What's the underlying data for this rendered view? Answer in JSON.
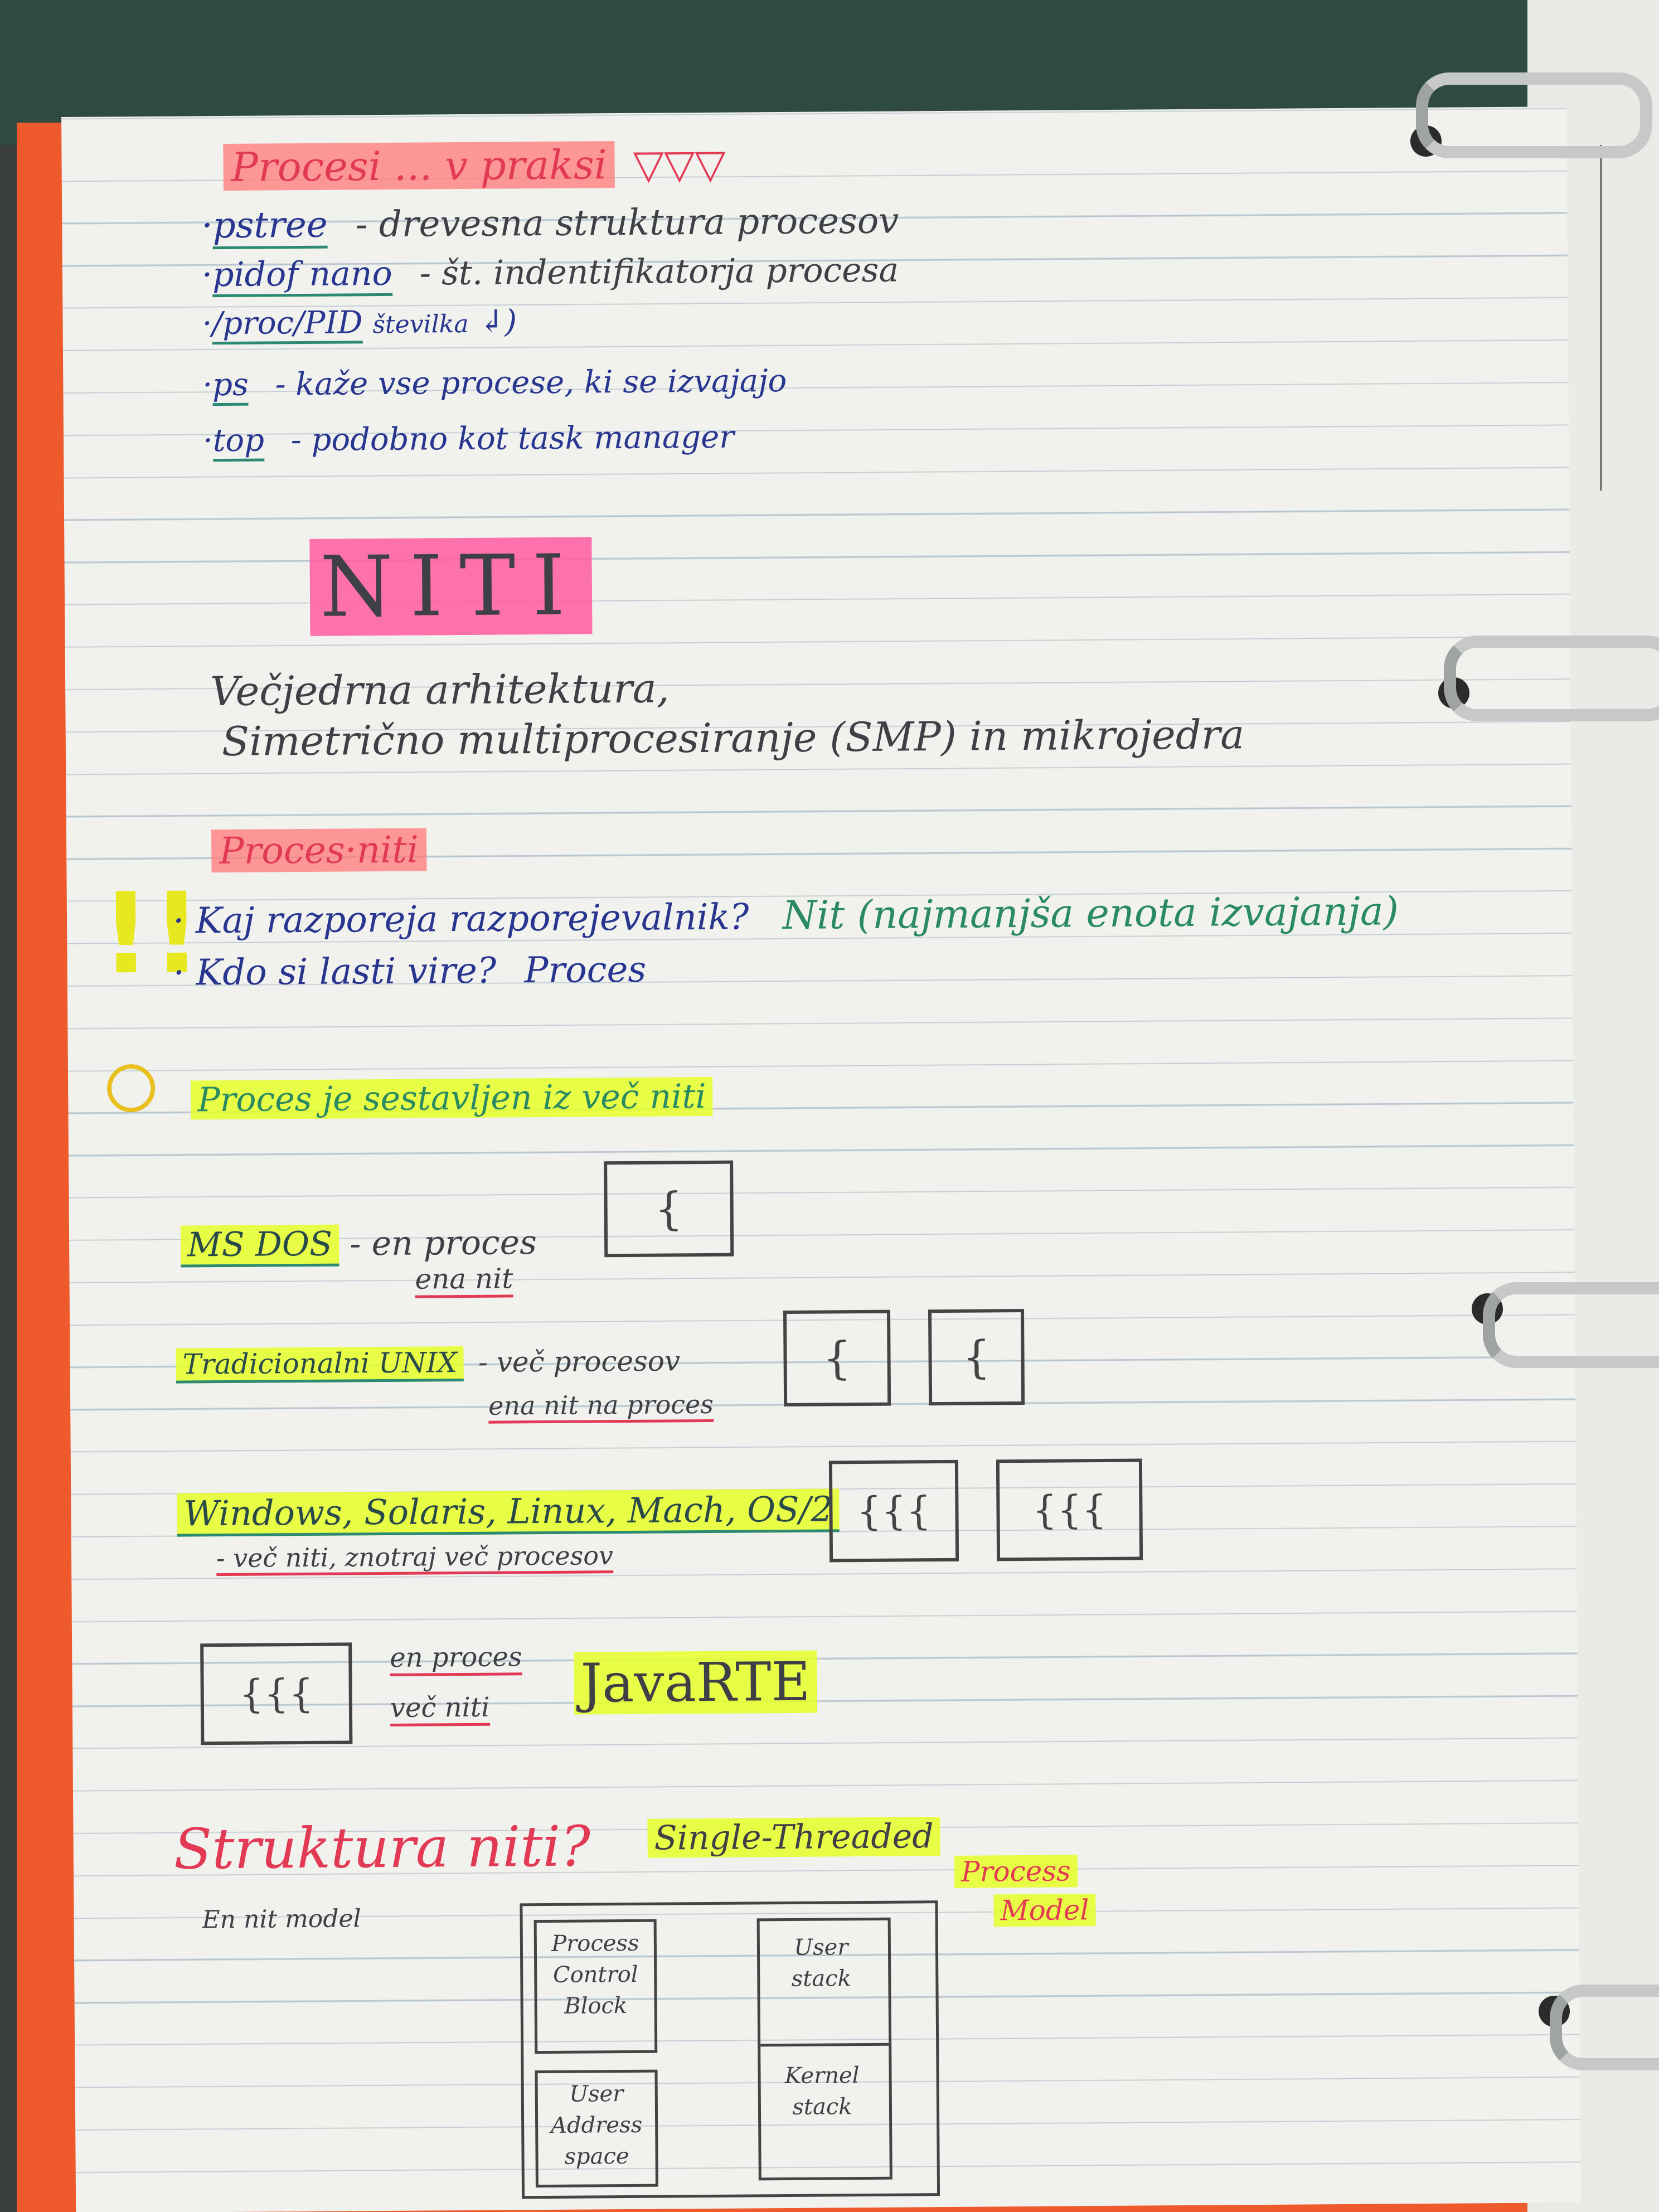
{
  "heading": "Procesi ... v praksi",
  "heading_icon": "triangles-doodle-icon",
  "commands": [
    {
      "cmd": "pstree",
      "desc": "- drevesna struktura procesov"
    },
    {
      "cmd": "pidof nano",
      "desc": "- št. indentifikatorja procesa"
    },
    {
      "cmd": "/proc/PID",
      "desc": "številka"
    },
    {
      "cmd": "ps",
      "desc": "- kaže vse procese, ki se izvajajo"
    },
    {
      "cmd": "top",
      "desc": "- podobno kot task manager"
    }
  ],
  "niti_title": "NITI",
  "niti_sub": [
    "Večjedrna arhitektura,",
    "Simetrično multiprocesiranje (SMP) in mikrojedra"
  ],
  "proces_niti": {
    "title": "Proces·niti",
    "q1": "Kaj razporeja razporejevalnik?",
    "a1": "Nit (najmanjša enota izvajanja)",
    "q2": "Kdo si lasti vire?",
    "a2": "Proces"
  },
  "statement": "Proces je sestavljen iz več niti",
  "models": [
    {
      "name": "MS DOS",
      "lines": [
        "- en proces",
        "ena nit"
      ],
      "glyphs": [
        "{"
      ]
    },
    {
      "name": "Tradicionalni UNIX",
      "lines": [
        "- več procesov",
        "ena nit na proces"
      ],
      "glyphs": [
        "{",
        "{"
      ]
    },
    {
      "name": "Windows, Solaris, Linux, Mach, OS/2",
      "lines": [
        "- več niti, znotraj več procesov"
      ],
      "glyphs": [
        "{{{",
        "{{{"
      ]
    }
  ],
  "java": {
    "lines": [
      "en proces",
      "več niti"
    ],
    "glyph": "{{{",
    "label": "JavaRTE"
  },
  "struktura": {
    "title": "Struktura niti?",
    "note": "En nit model",
    "diagram_title": [
      "Single-Threaded",
      "Process",
      "Model"
    ],
    "cells": [
      "Process Control Block",
      "User Address space",
      "User stack",
      "Kernel stack"
    ]
  }
}
